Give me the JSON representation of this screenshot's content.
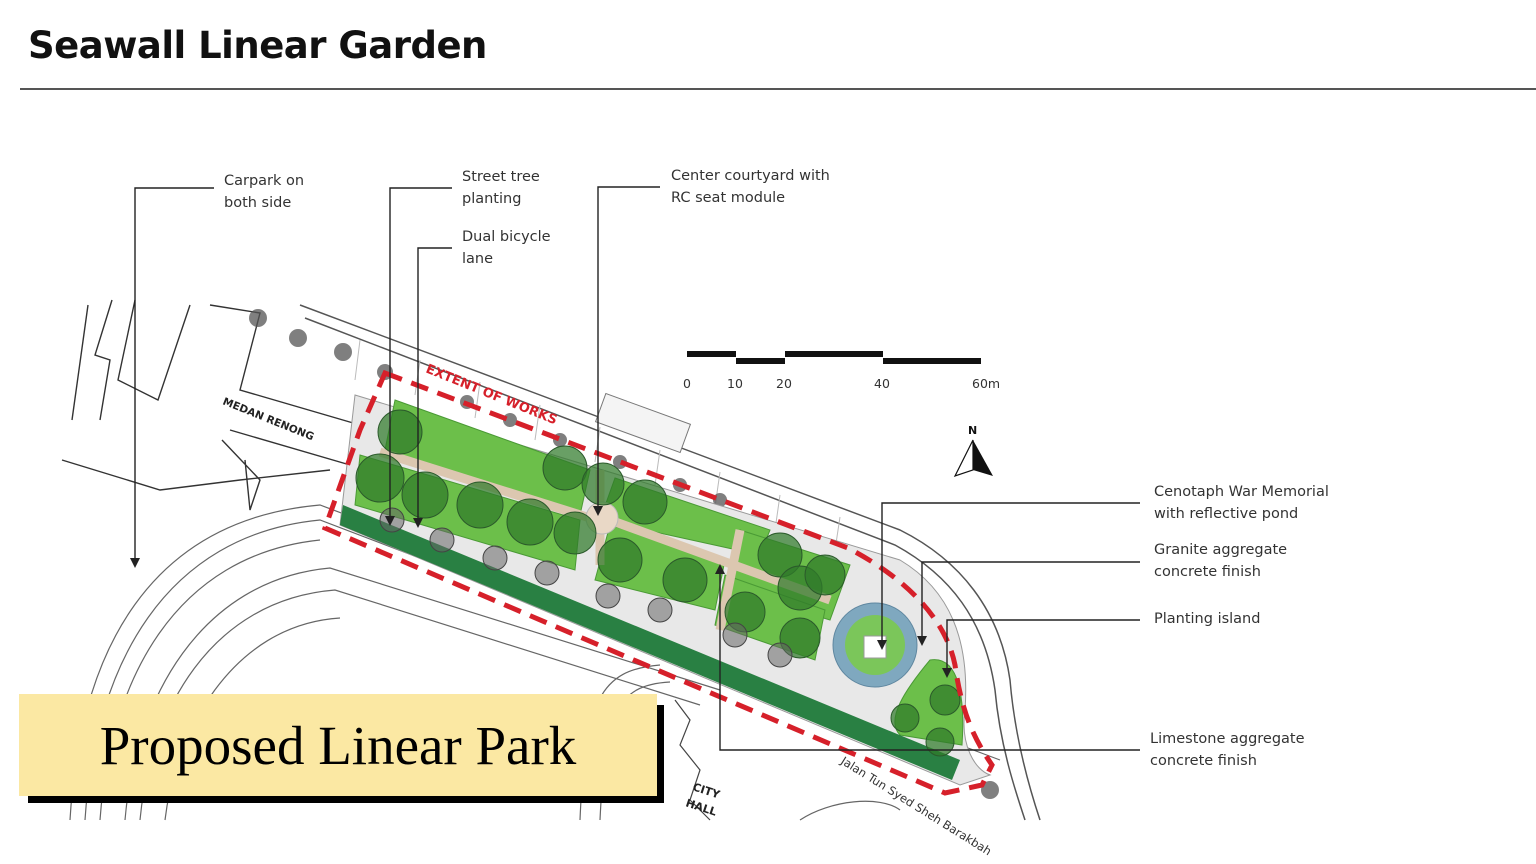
{
  "header": {
    "title": "Seawall Linear Garden"
  },
  "callouts": [
    {
      "id": "carpark",
      "text": "Carpark on\nboth side"
    },
    {
      "id": "street-tree",
      "text": "Street tree\nplanting"
    },
    {
      "id": "bicycle-lane",
      "text": "Dual bicycle\nlane"
    },
    {
      "id": "courtyard",
      "text": "Center courtyard with\nRC seat module"
    },
    {
      "id": "cenotaph",
      "text": "Cenotaph War Memorial\nwith reflective pond"
    },
    {
      "id": "granite",
      "text": "Granite aggregate\nconcrete finish"
    },
    {
      "id": "planting-island",
      "text": "Planting island"
    },
    {
      "id": "limestone",
      "text": "Limestone aggregate\nconcrete finish"
    }
  ],
  "map_labels": {
    "extent": "EXTENT OF WORKS",
    "medan": "MEDAN RENONG",
    "city_hall_1": "CITY",
    "city_hall_2": "HALL",
    "street": "Jalan Tun Syed Sheh Barakbah",
    "north": "N"
  },
  "scale_bar": {
    "ticks": [
      "0",
      "10",
      "20",
      "40",
      "60m"
    ]
  },
  "caption": {
    "text": "Proposed Linear Park"
  },
  "colors": {
    "lawn": "#6cbf4a",
    "tree": "#2f7a2a",
    "hedge": "#1f7a3a",
    "extent": "#d6202a",
    "pond": "#7fa8bf",
    "paving": "#e4e4e4",
    "path": "#dcc7b0",
    "caption_bg": "#fbe8a3"
  }
}
